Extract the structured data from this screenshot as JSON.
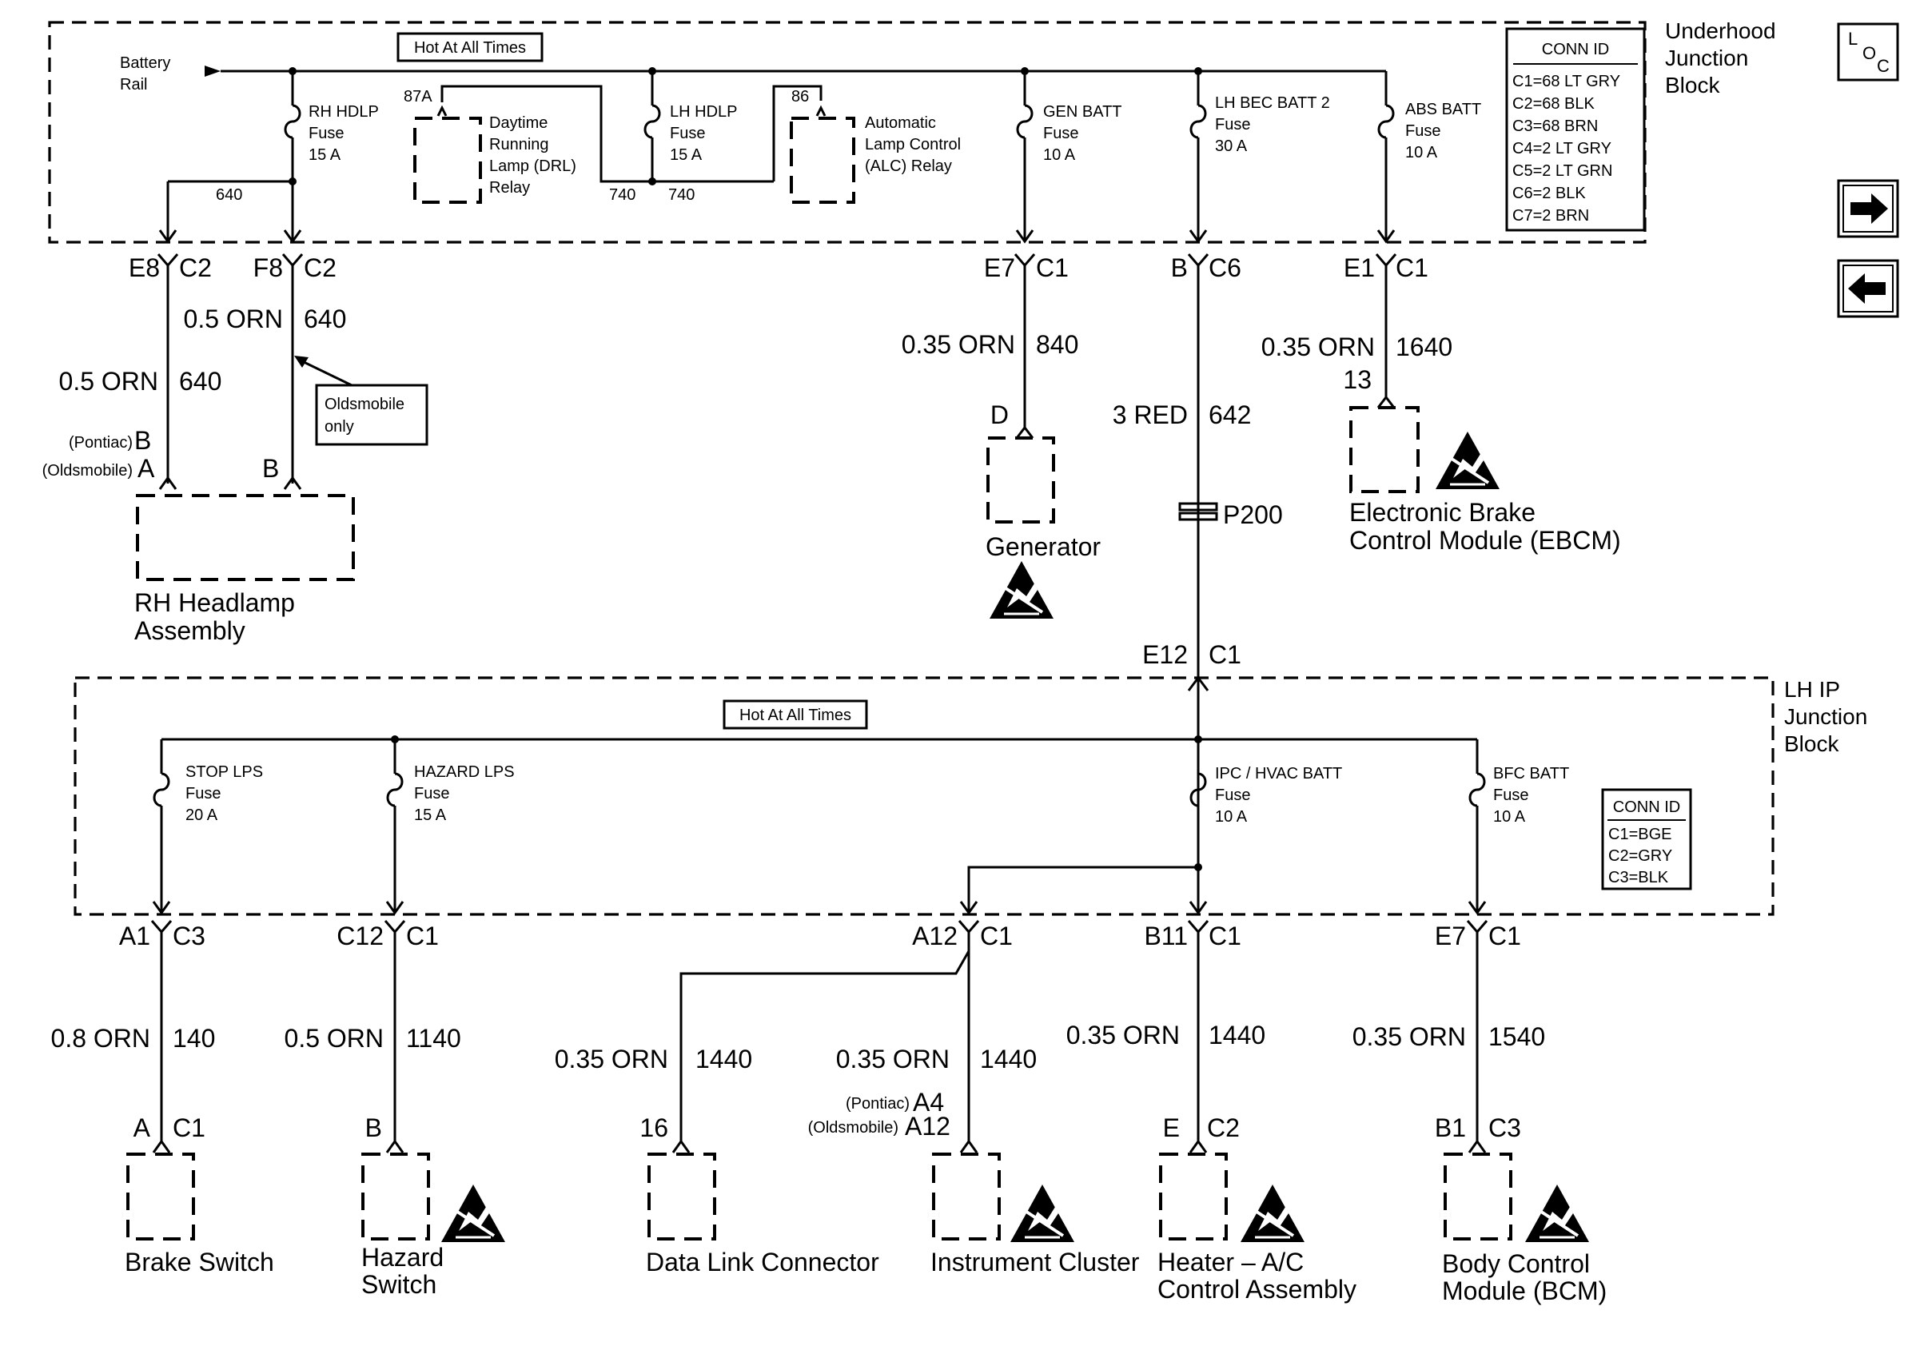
{
  "underhood": {
    "title": [
      "Underhood",
      "Junction",
      "Block"
    ],
    "hot_label": "Hot At All Times",
    "battery_rail": [
      "Battery",
      "Rail"
    ],
    "conn_id": {
      "title": "CONN ID",
      "rows": [
        "C1=68 LT GRY",
        "C2=68 BLK",
        "C3=68 BRN",
        "C4=2 LT GRY",
        "C5=2 LT GRN",
        "C6=2 BLK",
        "C7=2 BRN"
      ]
    },
    "fuses": [
      {
        "lines": [
          "RH HDLP",
          "Fuse",
          "15 A"
        ]
      },
      {
        "lines": [
          "LH HDLP",
          "Fuse",
          "15 A"
        ]
      },
      {
        "lines": [
          "GEN BATT",
          "Fuse",
          "10 A"
        ]
      },
      {
        "lines": [
          "LH BEC BATT 2",
          "Fuse",
          "30 A"
        ]
      },
      {
        "lines": [
          "ABS BATT",
          "Fuse",
          "10 A"
        ]
      }
    ],
    "relays": [
      {
        "pin": "87A",
        "lines": [
          "Daytime",
          "Running",
          "Lamp (DRL)",
          "Relay"
        ]
      },
      {
        "pin": "86",
        "lines": [
          "Automatic",
          "Lamp Control",
          "(ALC) Relay"
        ]
      }
    ],
    "internal_circuits": [
      "640",
      "740",
      "740"
    ]
  },
  "lhip": {
    "title": [
      "LH IP",
      "Junction",
      "Block"
    ],
    "hot_label": "Hot At All Times",
    "conn_id": {
      "title": "CONN ID",
      "rows": [
        "C1=BGE",
        "C2=GRY",
        "C3=BLK"
      ]
    },
    "fuses": [
      {
        "lines": [
          "STOP LPS",
          "Fuse",
          "20 A"
        ]
      },
      {
        "lines": [
          "HAZARD LPS",
          "Fuse",
          "15 A"
        ]
      },
      {
        "lines": [
          "IPC / HVAC BATT",
          "Fuse",
          "10 A"
        ]
      },
      {
        "lines": [
          "BFC BATT",
          "Fuse",
          "10 A"
        ]
      }
    ]
  },
  "upper_connectors": [
    {
      "pin": "E8",
      "conn": "C2"
    },
    {
      "pin": "F8",
      "conn": "C2"
    },
    {
      "pin": "E7",
      "conn": "C1"
    },
    {
      "pin": "B",
      "conn": "C6"
    },
    {
      "pin": "E1",
      "conn": "C1"
    }
  ],
  "upper_wires": [
    {
      "gauge": "0.5 ORN",
      "circuit": "640"
    },
    {
      "gauge": "0.5 ORN",
      "circuit": "640"
    },
    {
      "gauge": "0.35 ORN",
      "circuit": "840"
    },
    {
      "gauge": "3 RED",
      "circuit": "642"
    },
    {
      "gauge": "0.35 ORN",
      "circuit": "1640"
    }
  ],
  "oldsmobile_note": [
    "Oldsmobile",
    "only"
  ],
  "splice": {
    "label": "P200"
  },
  "lhip_input": {
    "pin": "E12",
    "conn": "C1"
  },
  "rh_headlamp": {
    "pins": [
      "(Pontiac)",
      "B",
      "(Oldsmobile)",
      "A",
      "B"
    ],
    "name": [
      "RH Headlamp",
      "Assembly"
    ]
  },
  "generator": {
    "pin": "D",
    "name": "Generator"
  },
  "ebcm": {
    "pin": "13",
    "name": [
      "Electronic Brake",
      "Control Module (EBCM)"
    ]
  },
  "lower_connectors": [
    {
      "pin": "A1",
      "conn": "C3"
    },
    {
      "pin": "C12",
      "conn": "C1"
    },
    {
      "pin": "A12",
      "conn": "C1"
    },
    {
      "pin": "B11",
      "conn": "C1"
    },
    {
      "pin": "E7",
      "conn": "C1"
    }
  ],
  "lower_wires": [
    {
      "gauge": "0.8 ORN",
      "circuit": "140"
    },
    {
      "gauge": "0.5 ORN",
      "circuit": "1140"
    },
    {
      "gauge": "0.35 ORN",
      "circuit": "1440"
    },
    {
      "gauge": "0.35 ORN",
      "circuit": "1440"
    },
    {
      "gauge": "0.35 ORN",
      "circuit": "1440"
    },
    {
      "gauge": "0.35 ORN",
      "circuit": "1540"
    }
  ],
  "components": [
    {
      "pin": "A",
      "conn": "C1",
      "name": [
        "Brake Switch"
      ]
    },
    {
      "pin": "B",
      "conn": "",
      "name": [
        "Hazard",
        "Switch"
      ]
    },
    {
      "pin": "16",
      "conn": "",
      "name": [
        "Data Link Connector"
      ]
    },
    {
      "pin_lines": [
        "(Pontiac)",
        "A4",
        "(Oldsmobile)",
        "A12"
      ],
      "name": [
        "Instrument Cluster"
      ]
    },
    {
      "pin": "E",
      "conn": "C2",
      "name": [
        "Heater – A/C",
        "Control Assembly"
      ]
    },
    {
      "pin": "B1",
      "conn": "C3",
      "name": [
        "Body Control",
        "Module (BCM)"
      ]
    }
  ],
  "nav": {
    "loc": [
      "L",
      "O",
      "C"
    ],
    "next_icon": "right-arrow-icon",
    "prev_icon": "left-arrow-icon"
  },
  "icons": {
    "esd": "esd-warning-icon"
  }
}
